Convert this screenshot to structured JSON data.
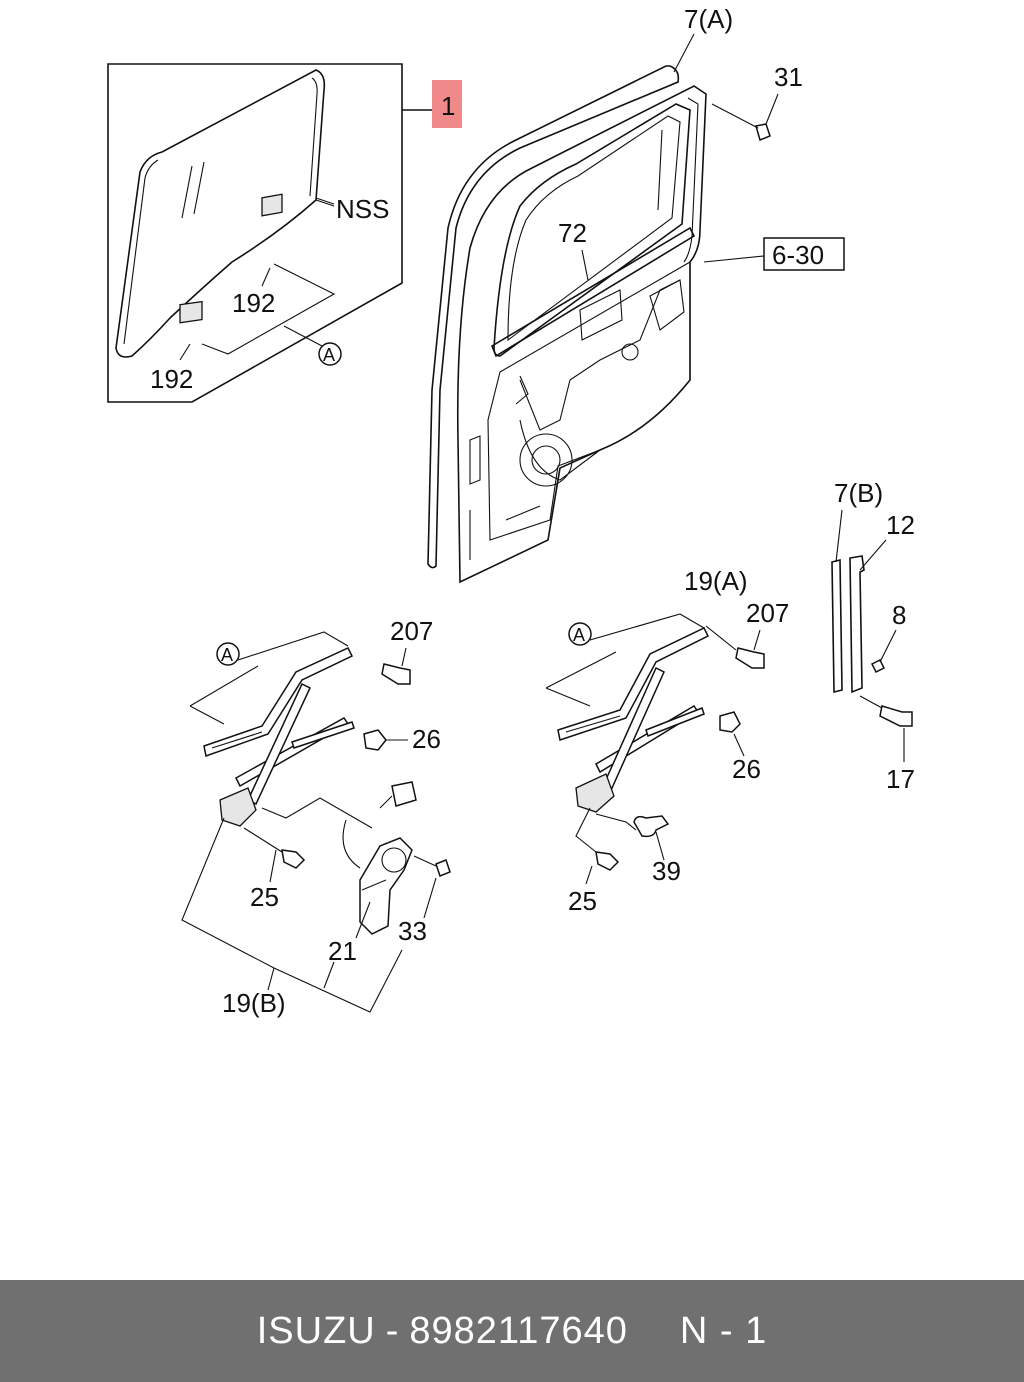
{
  "callouts": {
    "c1": "1",
    "c7a": "7(A)",
    "c31": "31",
    "nss": "NSS",
    "c72": "72",
    "c6_30": "6-30",
    "c192a": "192",
    "c192b": "192",
    "circleA_top": "A",
    "c7b": "7(B)",
    "c12": "12",
    "c8": "8",
    "c17": "17",
    "circleA_left": "A",
    "c207_left": "207",
    "c26_left": "26",
    "c25_left": "25",
    "c33": "33",
    "c21": "21",
    "c19b": "19(B)",
    "c19a": "19(A)",
    "circleA_mid": "A",
    "c207_mid": "207",
    "c26_mid": "26",
    "c39": "39",
    "c25_mid": "25"
  },
  "colors": {
    "highlight": "#f08a8a",
    "footer_bg": "#707070",
    "footer_text": "#ffffff"
  },
  "footer": {
    "brand": "ISUZU",
    "separator": "-",
    "part_number": "8982117640",
    "page_ref": "N - 1"
  }
}
